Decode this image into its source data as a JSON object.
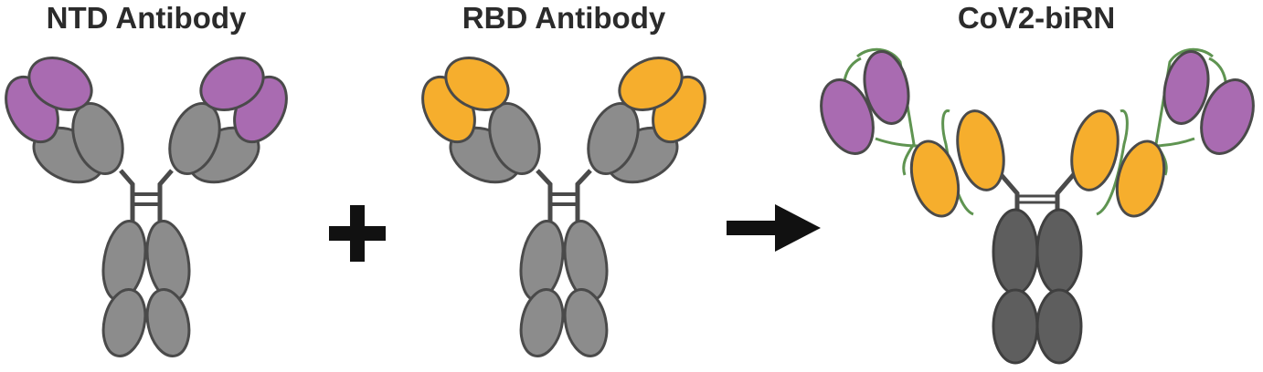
{
  "titles": {
    "ntd": "NTD Antibody",
    "rbd": "RBD Antibody",
    "birn": "CoV2-biRN"
  },
  "operators": {
    "plus": "plus-icon",
    "arrow": "arrow-right-icon"
  },
  "colors": {
    "ntd_domain": "#a96bb1",
    "rbd_domain": "#f6ae2d",
    "constant_domain": "#8c8c8c",
    "dark_domain": "#5e5e5e",
    "outline": "#4a4a4a",
    "linker": "#5f9451"
  }
}
